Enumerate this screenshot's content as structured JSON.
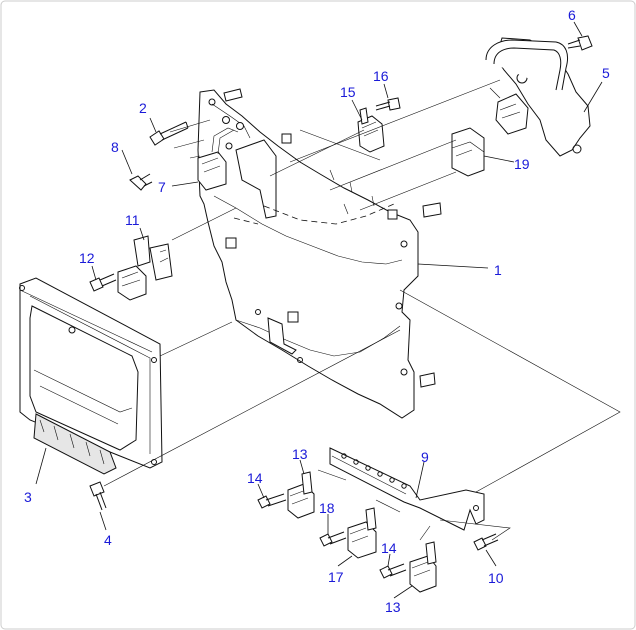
{
  "diagram": {
    "colors": {
      "label": "#1a1ad8",
      "line": "#111111",
      "frame": "#cccccc",
      "background": "#ffffff"
    },
    "callouts": {
      "c1": "1",
      "c2": "2",
      "c3": "3",
      "c4": "4",
      "c5": "5",
      "c6": "6",
      "c7": "7",
      "c8": "8",
      "c9": "9",
      "c10": "10",
      "c11": "11",
      "c12": "12",
      "c13a": "13",
      "c13b": "13",
      "c14a": "14",
      "c14b": "14",
      "c15": "15",
      "c16": "16",
      "c17": "17",
      "c18": "18",
      "c19": "19"
    }
  }
}
